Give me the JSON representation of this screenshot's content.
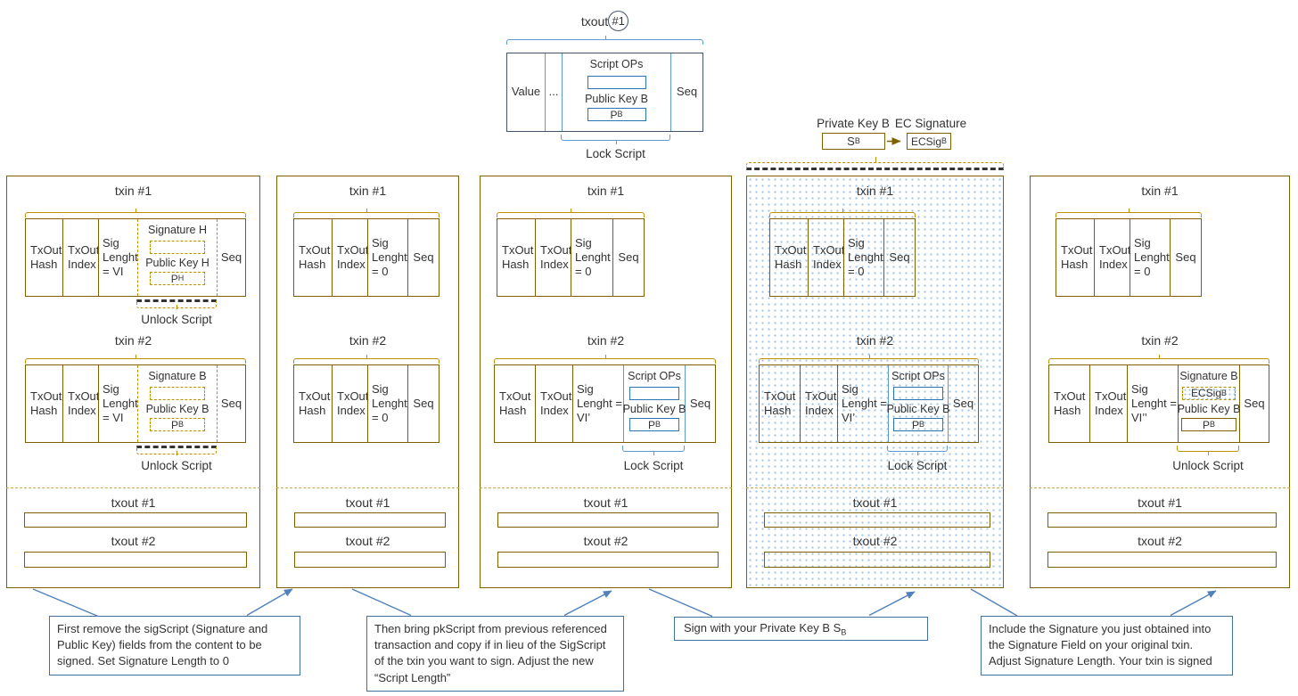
{
  "colors": {
    "panel_border": "#7F6000",
    "bracket": "#BF9000",
    "script_blue": "#2E75B6",
    "steel_blue": "#5B9BD5",
    "top_box_border": "#44546A",
    "connector": "#4f81bd",
    "dot_fill": "#9DC3E6"
  },
  "top_txout": {
    "label_prefix": "txout",
    "label_circled": "#1",
    "value_cell": "Value",
    "dots_cell": "...",
    "seq_cell": "Seq",
    "script_ops_label": "Script OPs",
    "pubkey_label": "Public Key B",
    "pubkey_base": "P",
    "pubkey_sub": "B",
    "bracket_label": "Lock Script"
  },
  "keygen": {
    "private_key_label": "Private Key B",
    "private_key_base": "S",
    "private_key_sub": "B",
    "ec_signature_label": "EC Signature",
    "ec_signature_base": "ECSig",
    "ec_signature_sub": "B"
  },
  "panels": [
    {
      "txin1": {
        "label": "txin #1",
        "hash": "TxOut Hash",
        "index": "TxOut Index",
        "siglen": "Sig Lenght = VI",
        "seq": "Seq",
        "script": {
          "sig_label": "Signature H",
          "key_label": "Public Key H",
          "key_base": "P",
          "key_sub": "H"
        },
        "bracket_label": "Unlock Script"
      },
      "txin2": {
        "label": "txin #2",
        "hash": "TxOut Hash",
        "index": "TxOut Index",
        "siglen": "Sig Lenght = VI",
        "seq": "Seq",
        "script": {
          "sig_label": "Signature B",
          "key_label": "Public Key B",
          "key_base": "P",
          "key_sub": "B"
        },
        "bracket_label": "Unlock Script"
      },
      "txout1_label": "txout #1",
      "txout2_label": "txout #2"
    },
    {
      "txin1": {
        "label": "txin #1",
        "hash": "TxOut Hash",
        "index": "TxOut Index",
        "siglen": "Sig Lenght = 0",
        "seq": "Seq"
      },
      "txin2": {
        "label": "txin #2",
        "hash": "TxOut Hash",
        "index": "TxOut Index",
        "siglen": "Sig Lenght = 0",
        "seq": "Seq"
      },
      "txout1_label": "txout #1",
      "txout2_label": "txout #2"
    },
    {
      "txin1": {
        "label": "txin #1",
        "hash": "TxOut Hash",
        "index": "TxOut Index",
        "siglen": "Sig Lenght = 0",
        "seq": "Seq"
      },
      "txin2": {
        "label": "txin #2",
        "hash": "TxOut Hash",
        "index": "TxOut Index",
        "siglen": "Sig Lenght = VI’",
        "seq": "Seq",
        "script": {
          "ops_label": "Script OPs",
          "key_label": "Public Key B",
          "key_base": "P",
          "key_sub": "B"
        },
        "bracket_label": "Lock Script"
      },
      "txout1_label": "txout #1",
      "txout2_label": "txout #2"
    },
    {
      "txin1": {
        "label": "txin #1",
        "hash": "TxOut Hash",
        "index": "TxOut Index",
        "siglen": "Sig Lenght = 0",
        "seq": "Seq"
      },
      "txin2": {
        "label": "txin #2",
        "hash": "TxOut Hash",
        "index": "TxOut Index",
        "siglen": "Sig Lenght = VI’",
        "seq": "Seq",
        "script": {
          "ops_label": "Script OPs",
          "key_label": "Public Key B",
          "key_base": "P",
          "key_sub": "B"
        },
        "bracket_label": "Lock Script"
      },
      "txout1_label": "txout #1",
      "txout2_label": "txout #2"
    },
    {
      "txin1": {
        "label": "txin #1",
        "hash": "TxOut Hash",
        "index": "TxOut Index",
        "siglen": "Sig Lenght = 0",
        "seq": "Seq"
      },
      "txin2": {
        "label": "txin #2",
        "hash": "TxOut Hash",
        "index": "TxOut Index",
        "siglen": "Sig Lenght = VI’’",
        "seq": "Seq",
        "script": {
          "sig_label": "Signature B",
          "sig_base": "ECSig",
          "sig_sub": "B",
          "key_label": "Public Key B",
          "key_base": "P",
          "key_sub": "B"
        },
        "bracket_label": "Unlock Script"
      },
      "txout1_label": "txout #1",
      "txout2_label": "txout #2"
    }
  ],
  "captions": [
    {
      "text": "First remove the sigScript (Signature and Public Key) fields from the content to be signed. Set Signature Length to 0"
    },
    {
      "text": "Then bring pkScript from previous referenced transaction and copy if in lieu of the SigScript of the txin you want to sign. Adjust the new “Script Length”"
    },
    {
      "text": "Sign with your Private Key B S",
      "sub": "B"
    },
    {
      "text": "Include the Signature you just obtained into the Signature Field on your original txin. Adjust Signature Length. Your txin is signed"
    }
  ]
}
